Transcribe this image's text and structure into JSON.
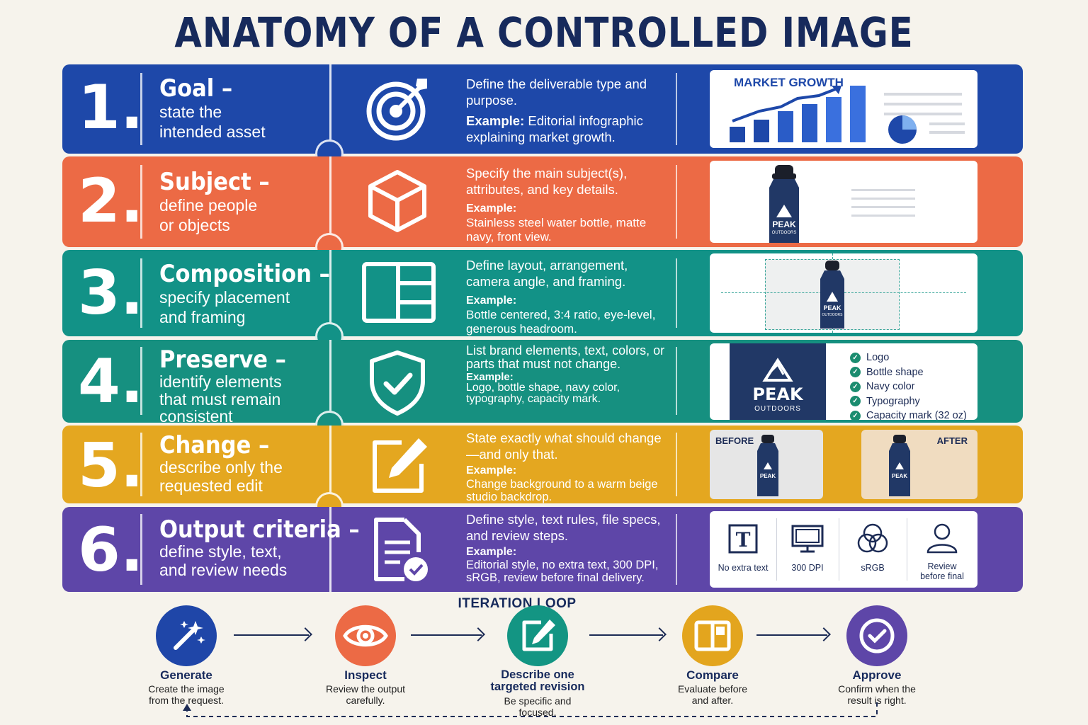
{
  "title": "ANATOMY OF A CONTROLLED IMAGE REQUEST",
  "rows": [
    {
      "num": "1.",
      "head": "Goal –",
      "sub": "state the intended asset",
      "desc": "Define the deliverable type and purpose.",
      "example_label": "Example:",
      "example": "Editorial infographic explaining market growth.",
      "icon": "target-icon",
      "panel_title": "MARKET GROWTH"
    },
    {
      "num": "2.",
      "head": "Subject –",
      "sub": "define people or objects",
      "desc": "Specify the main subject(s), attributes, and key details.",
      "example_label": "Example:",
      "example": "Stainless steel water bottle, matte navy, front view.",
      "icon": "cube-icon"
    },
    {
      "num": "3.",
      "head": "Composition –",
      "sub": "specify placement and framing",
      "desc": "Define layout, arrangement, camera angle, and framing.",
      "example_label": "Example:",
      "example": "Bottle centered, 3:4 ratio, eye-level, generous headroom.",
      "icon": "layout-grid-icon"
    },
    {
      "num": "4.",
      "head": "Preserve –",
      "sub": "identify elements that must remain consistent",
      "desc": "List brand elements, text, colors, or parts that must not change.",
      "example_label": "Example:",
      "example": "Logo, bottle shape, navy color, typography, capacity mark.",
      "icon": "shield-check-icon",
      "checklist": [
        "Logo",
        "Bottle shape",
        "Navy color",
        "Typography",
        "Capacity mark (32 oz)"
      ]
    },
    {
      "num": "5.",
      "head": "Change –",
      "sub": "describe only the requested edit",
      "desc": "State exactly what should change—and only that.",
      "example_label": "Example:",
      "example": "Change background to a warm beige studio backdrop.",
      "icon": "edit-icon",
      "before_label": "BEFORE",
      "after_label": "AFTER"
    },
    {
      "num": "6.",
      "head": "Output criteria –",
      "sub": "define style, text, and review needs",
      "desc": "Define style, text rules, file specs, and review steps.",
      "example_label": "Example:",
      "example": "Editorial style, no extra text, 300 DPI, sRGB, review before final delivery.",
      "icon": "document-check-icon",
      "criteria": [
        "No extra text",
        "300 DPI",
        "sRGB",
        "Review before final"
      ]
    }
  ],
  "brand": {
    "name": "PEAK",
    "tag": "OUTDOORS"
  },
  "loop": {
    "title": "ITERATION LOOP",
    "steps": [
      {
        "name": "Generate",
        "desc": "Create the image from the request.",
        "color": "#1f46a8",
        "icon": "magic-wand-icon"
      },
      {
        "name": "Inspect",
        "desc": "Review the output carefully.",
        "color": "#ec6a45",
        "icon": "eye-icon"
      },
      {
        "name": "Describe one targeted revision",
        "desc": "Be specific and focused.",
        "color": "#139583",
        "icon": "edit-icon"
      },
      {
        "name": "Compare",
        "desc": "Evaluate before and after.",
        "color": "#e3a51e",
        "icon": "compare-icon"
      },
      {
        "name": "Approve",
        "desc": "Confirm when the result is right.",
        "color": "#5e46a8",
        "icon": "check-circle-icon"
      }
    ]
  },
  "colors": {
    "navy": "#172a5c",
    "goal": "#1e48a9",
    "subject": "#ec6a45",
    "composition": "#129287",
    "preserve": "#169080",
    "change": "#e4a720",
    "output": "#5e46a8"
  }
}
